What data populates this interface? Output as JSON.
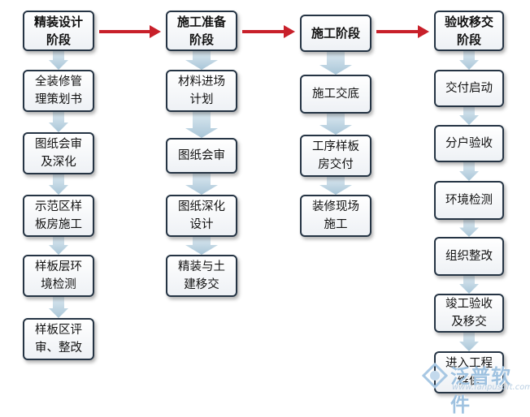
{
  "phases": [
    {
      "title": "精装设计\n阶段",
      "steps": [
        "全装修管\n理策划书",
        "图纸会审\n及深化",
        "示范区样\n板房施工",
        "样板层环\n境检测",
        "样板区评\n审、整改"
      ]
    },
    {
      "title": "施工准备\n阶段",
      "steps": [
        "材料进场\n计划",
        "图纸会审",
        "图纸深化\n设计",
        "精装与土\n建移交"
      ]
    },
    {
      "title": "施工阶段",
      "steps": [
        "施工交底",
        "工序样板\n房交付",
        "装修现场\n施工"
      ]
    },
    {
      "title": "验收移交\n阶段",
      "steps": [
        "交付启动",
        "分户验收",
        "环境检测",
        "组织整改",
        "竣工验收\n及移交",
        "进入工程\n维保"
      ]
    }
  ],
  "colors": {
    "phase_arrow": "#c8202a",
    "down_arrow_light": "#dbe8f0",
    "down_arrow_dark": "#a9c6d8",
    "box_border": "#253444"
  },
  "watermark": {
    "brand": "泛普软件",
    "url": "www.fanpusoft.com",
    "logo": "fanpu-logo-icon"
  }
}
